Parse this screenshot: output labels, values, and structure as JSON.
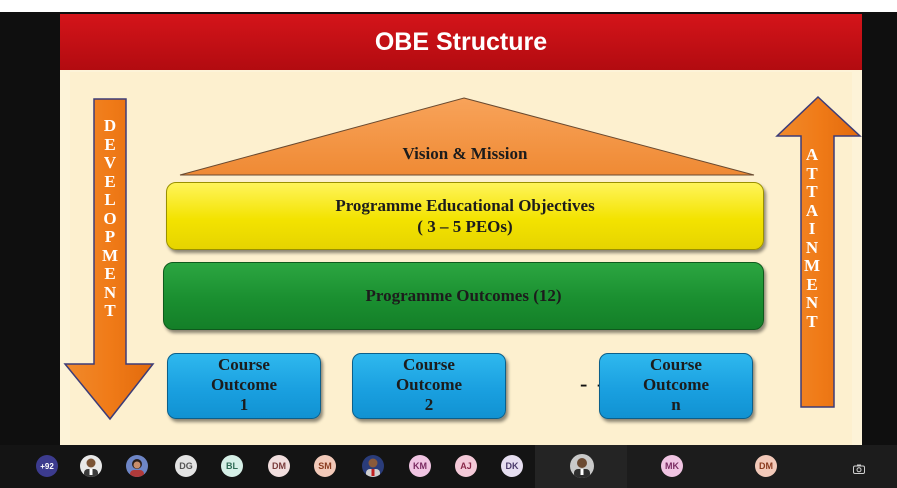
{
  "slide": {
    "title": "OBE Structure",
    "left_arrow_word": [
      "D",
      "E",
      "V",
      "E",
      "L",
      "O",
      "P",
      "M",
      "E",
      "N",
      "T"
    ],
    "right_arrow_word": [
      "A",
      "T",
      "T",
      "A",
      "I",
      "N",
      "M",
      "E",
      "N",
      "T"
    ],
    "vision": "Vision & Mission",
    "peo": {
      "line1": "Programme Educational Objectives",
      "line2": "( 3 – 5 PEOs)"
    },
    "po": "Programme Outcomes (12)",
    "course_outcomes": [
      {
        "line1": "Course",
        "line2": "Outcome",
        "line3": "1"
      },
      {
        "line1": "Course",
        "line2": "Outcome",
        "line3": "2"
      },
      {
        "line1": "Course",
        "line2": "Outcome",
        "line3": "n"
      }
    ],
    "separator": "- - - -"
  },
  "taskbar": {
    "more_count": "+92",
    "participants": [
      {
        "initials": "DG",
        "color": "#e3e3e3"
      },
      {
        "initials": "BL",
        "color": "#d5efe6"
      },
      {
        "initials": "DM",
        "color": "#f1dede"
      },
      {
        "initials": "SM",
        "color": "#f2c9b9"
      },
      {
        "initials": "KM",
        "color": "#f0c4e2"
      },
      {
        "initials": "AJ",
        "color": "#f4c9d8"
      },
      {
        "initials": "DK",
        "color": "#e6def0"
      },
      {
        "initials": "MK",
        "color": "#f0c4e2"
      },
      {
        "initials": "DM",
        "color": "#f2c9b9"
      }
    ],
    "more_icon": "camera-switch-icon"
  }
}
